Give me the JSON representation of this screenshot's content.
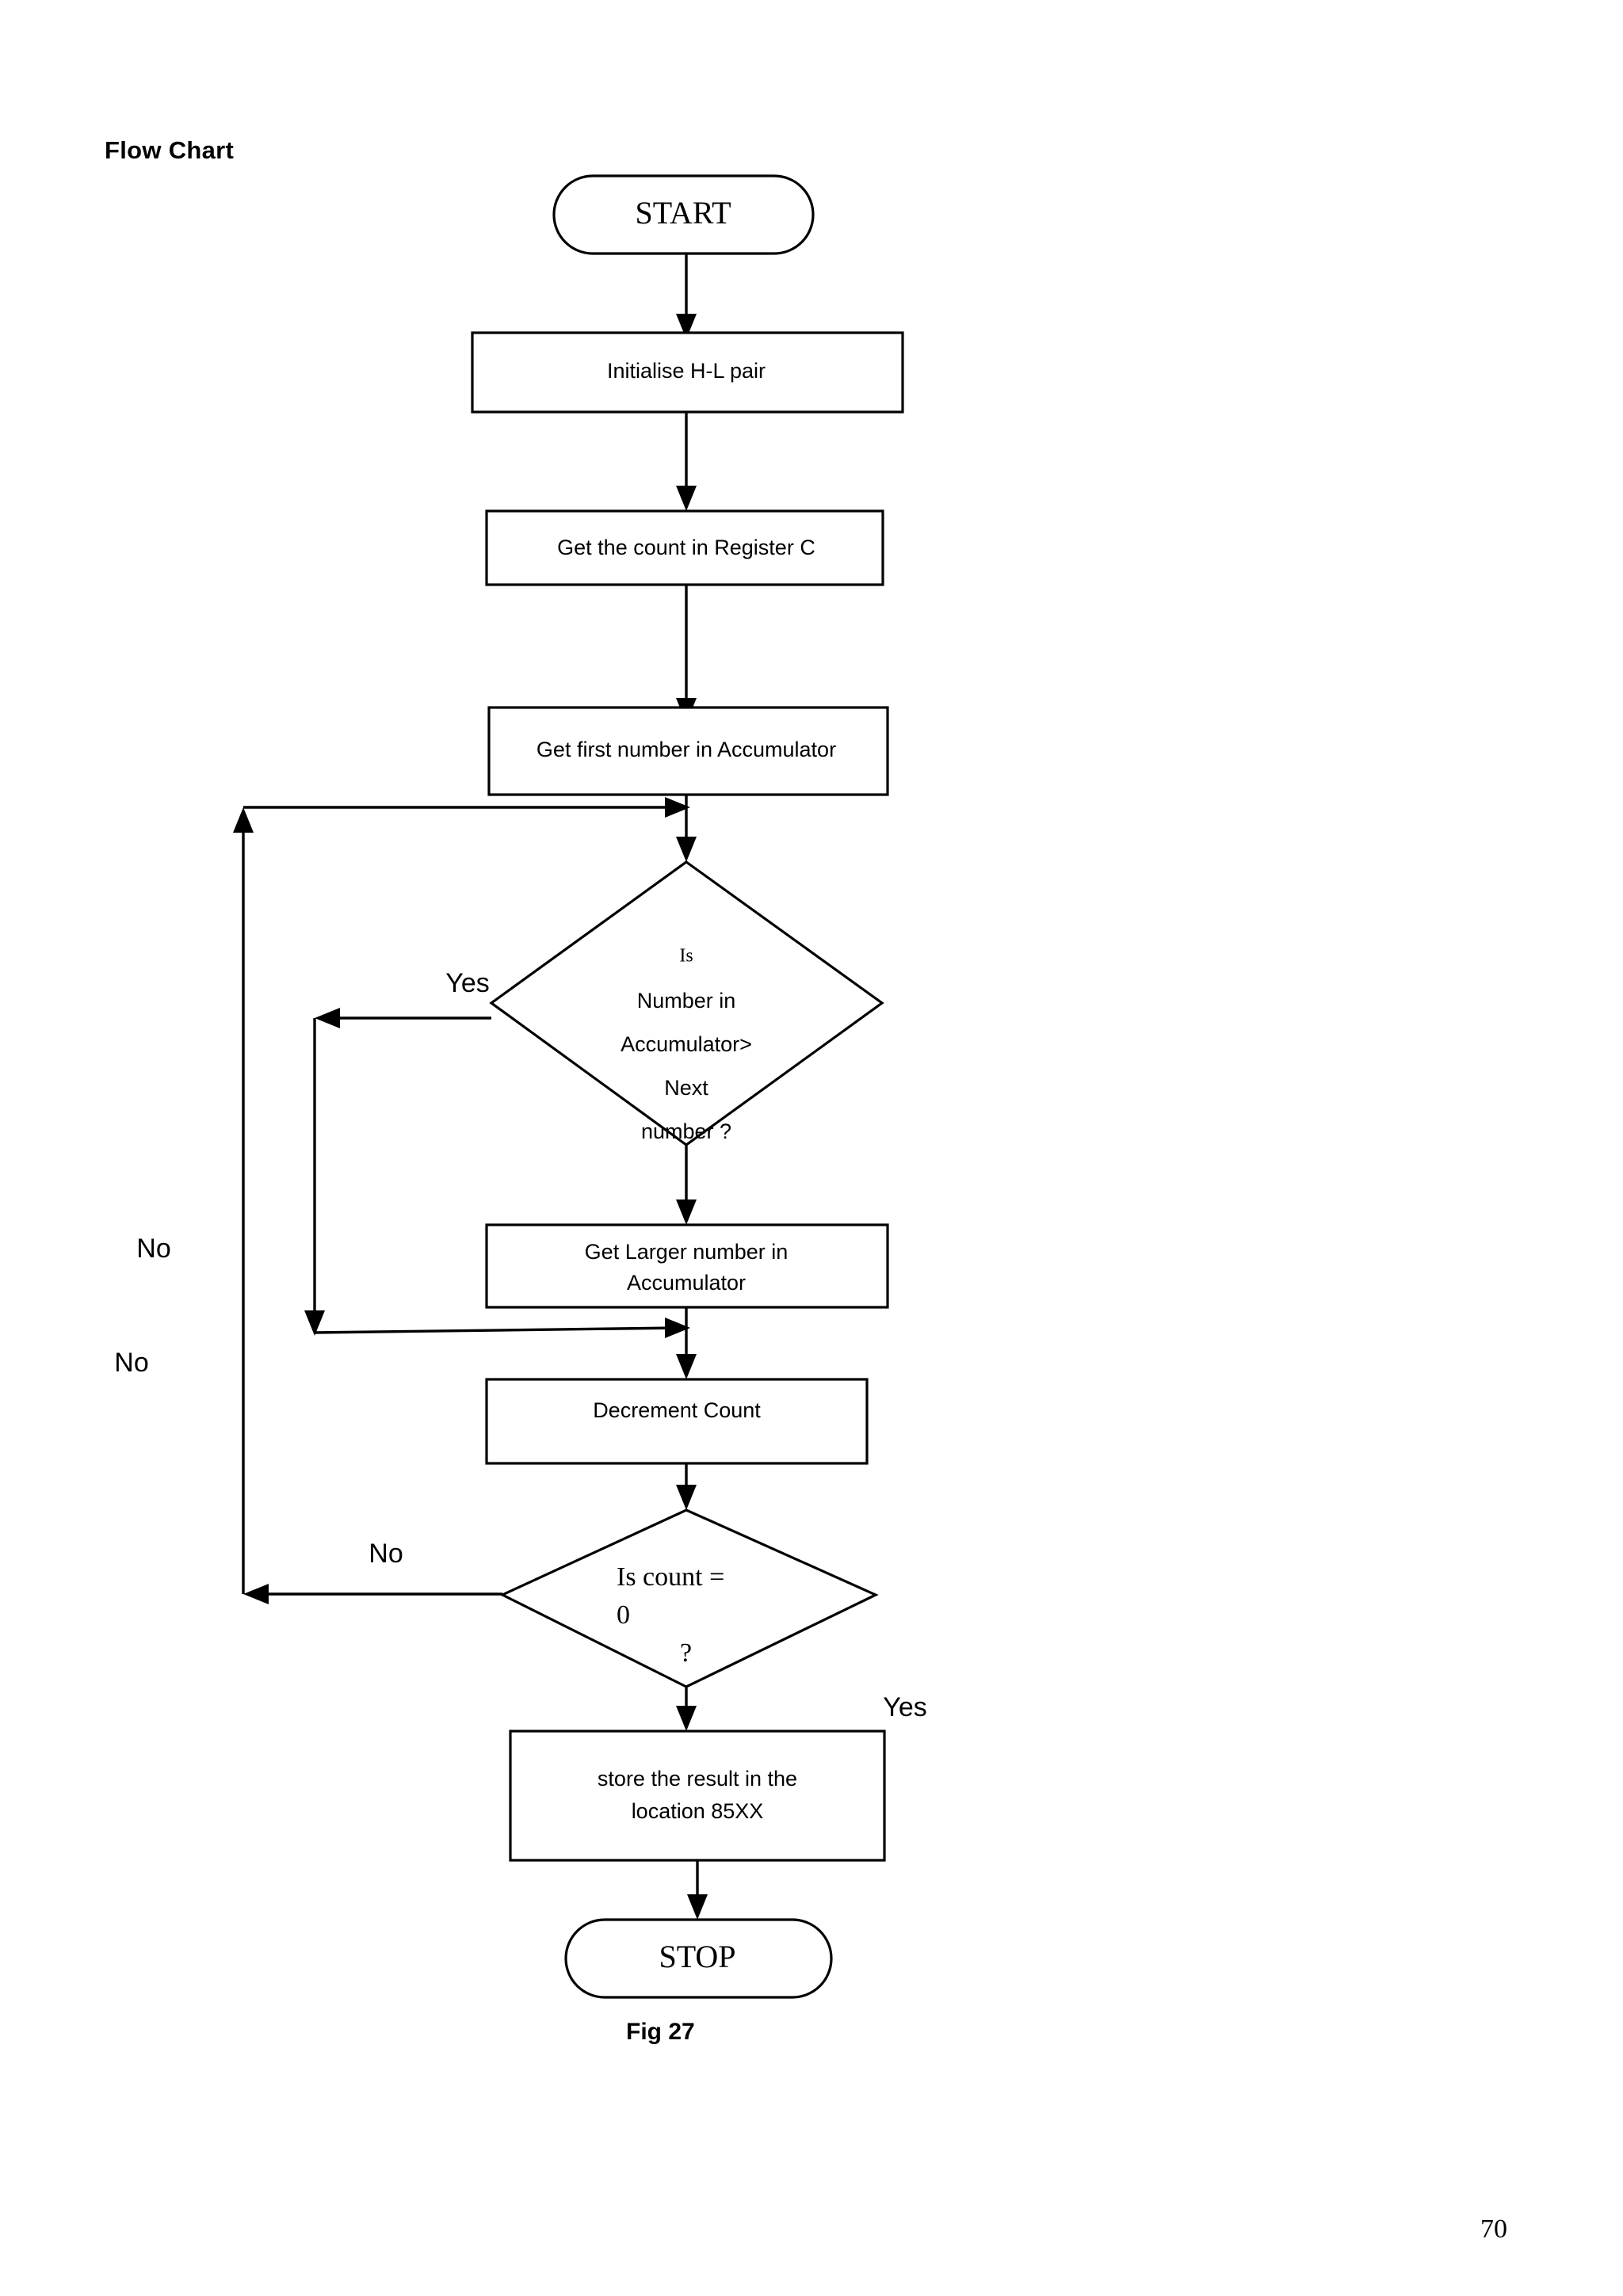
{
  "document": {
    "section_title": "Flow Chart",
    "figure_caption": "Fig 27",
    "page_number": "70"
  },
  "colors": {
    "ink": "#000000",
    "paper": "#ffffff"
  },
  "chart_data": {
    "type": "diagram",
    "diagram_kind": "flowchart",
    "title": "Flow Chart",
    "caption": "Fig 27",
    "nodes": [
      {
        "id": "start",
        "shape": "terminator",
        "label": "START"
      },
      {
        "id": "init",
        "shape": "process",
        "label": "Initialise H-L pair"
      },
      {
        "id": "count",
        "shape": "process",
        "label": "Get the count in  Register C"
      },
      {
        "id": "first",
        "shape": "process",
        "label": "Get first number in Accumulator"
      },
      {
        "id": "cmp",
        "shape": "decision",
        "label_lead": "Is",
        "label_lines": [
          "Number in",
          "Accumulator>",
          "Next",
          "number ?"
        ]
      },
      {
        "id": "larger",
        "shape": "process",
        "label_lines": [
          "Get Larger number in",
          "Accumulator"
        ]
      },
      {
        "id": "decrement",
        "shape": "process",
        "label": "Decrement Count"
      },
      {
        "id": "countzero",
        "shape": "decision",
        "label_lines": [
          "Is  count  =",
          "0",
          "?"
        ]
      },
      {
        "id": "store",
        "shape": "process",
        "label_lines": [
          "store the result in the",
          "location 85XX"
        ]
      },
      {
        "id": "stop",
        "shape": "terminator",
        "label": "STOP"
      }
    ],
    "edges": [
      {
        "from": "start",
        "to": "init",
        "label": ""
      },
      {
        "from": "init",
        "to": "count",
        "label": ""
      },
      {
        "from": "count",
        "to": "first",
        "label": ""
      },
      {
        "from": "first",
        "to": "cmp",
        "label": ""
      },
      {
        "from": "cmp",
        "to": "larger",
        "label": ""
      },
      {
        "from": "cmp",
        "to": "decrement",
        "label": "Yes"
      },
      {
        "from": "larger",
        "to": "decrement",
        "label": ""
      },
      {
        "from": "decrement",
        "to": "countzero",
        "label": ""
      },
      {
        "from": "countzero",
        "to": "cmp",
        "label": "No"
      },
      {
        "from": "countzero",
        "to": "store",
        "label": "Yes"
      },
      {
        "from": "store",
        "to": "stop",
        "label": ""
      }
    ],
    "branch_labels": [
      "Yes",
      "No",
      "No",
      "No",
      "Yes"
    ]
  },
  "flow": {
    "start": {
      "label": "START"
    },
    "init": {
      "label": "Initialise H-L pair"
    },
    "count": {
      "label": "Get the count in  Register C"
    },
    "first": {
      "label": "Get first number in Accumulator"
    },
    "compare": {
      "lead": "Is",
      "line1": "Number in",
      "line2": "Accumulator>",
      "line3": "Next",
      "line4": "number ?"
    },
    "larger": {
      "line1": "Get Larger number in",
      "line2": "Accumulator"
    },
    "decrement": {
      "label": "Decrement Count"
    },
    "countzero": {
      "line1": "Is  count  =",
      "line2": "0",
      "line3": "?"
    },
    "store": {
      "line1": "store the result in the",
      "line2": "location 85XX"
    },
    "stop": {
      "label": "STOP"
    },
    "labels": {
      "yes_compare": "Yes",
      "no_outer_upper": "No",
      "no_outer_lower": "No",
      "no_countzero": "No",
      "yes_countzero": "Yes"
    }
  }
}
